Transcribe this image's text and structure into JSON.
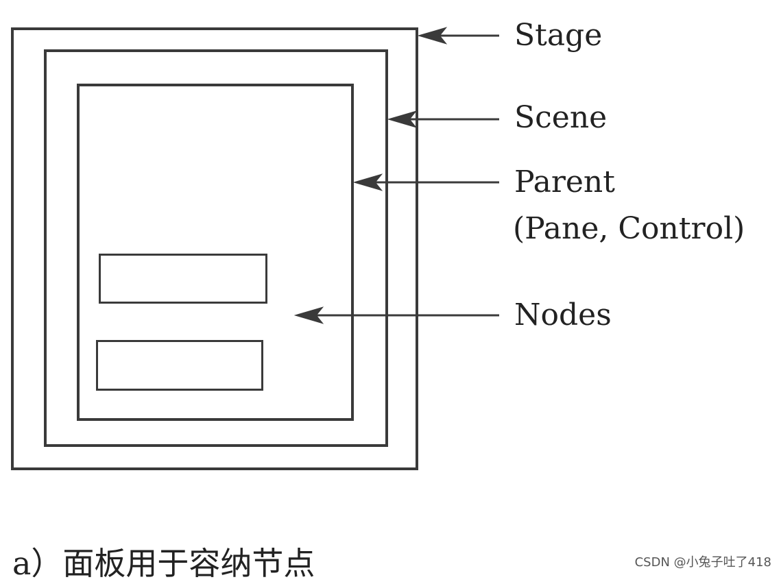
{
  "diagram": {
    "labels": {
      "stage": "Stage",
      "scene": "Scene",
      "parent": "Parent",
      "parent_sub": "(Pane, Control)",
      "nodes": "Nodes"
    },
    "caption": "a）面板用于容纳节点",
    "watermark": "CSDN @小兔子吐了418"
  }
}
